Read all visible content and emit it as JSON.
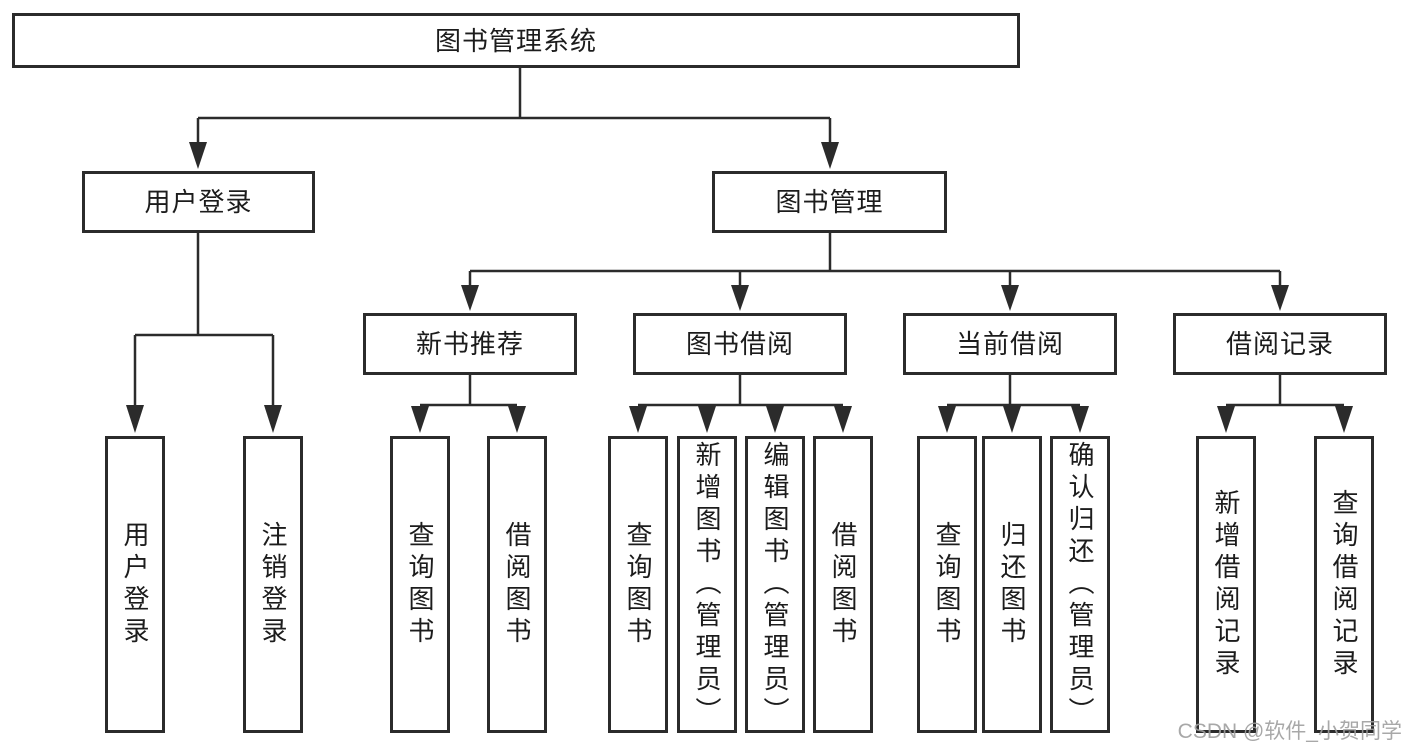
{
  "diagram": {
    "title": "图书管理系统",
    "branches": [
      {
        "label": "用户登录",
        "children": [
          "用户登录",
          "注销登录"
        ]
      },
      {
        "label": "图书管理",
        "sections": [
          {
            "label": "新书推荐",
            "children": [
              "查询图书",
              "借阅图书"
            ]
          },
          {
            "label": "图书借阅",
            "children": [
              "查询图书",
              "新增图书（管理员）",
              "编辑图书（管理员）",
              "借阅图书"
            ]
          },
          {
            "label": "当前借阅",
            "children": [
              "查询图书",
              "归还图书",
              "确认归还（管理员）"
            ]
          },
          {
            "label": "借阅记录",
            "children": [
              "新增借阅记录",
              "查询借阅记录"
            ]
          }
        ]
      }
    ]
  },
  "watermark": "CSDN @软件_小贺同学",
  "colors": {
    "line": "#2b2b2b",
    "text": "#1c1c1c",
    "box_fill": "#ffffff",
    "background": "#ffffff",
    "watermark": "#9e9e9e"
  }
}
